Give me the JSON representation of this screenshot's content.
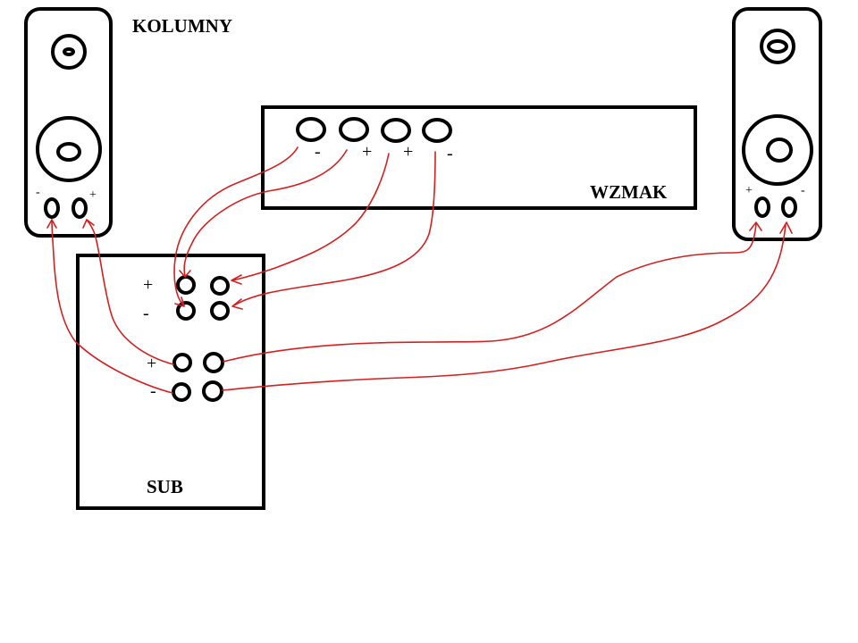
{
  "labels": {
    "speakers": "KOLUMNY",
    "amplifier": "WZMAK",
    "subwoofer": "SUB"
  },
  "amplifier_terminals": [
    "-",
    "+",
    "+",
    "-"
  ],
  "left_speaker_terminals": [
    "-",
    "+"
  ],
  "right_speaker_terminals": [
    "+",
    "-"
  ],
  "sub_input_signs": [
    "+",
    "-"
  ],
  "sub_output_signs": [
    "+",
    "-"
  ],
  "colors": {
    "outline": "#000000",
    "wire": "#d42020",
    "background": "#ffffff"
  }
}
